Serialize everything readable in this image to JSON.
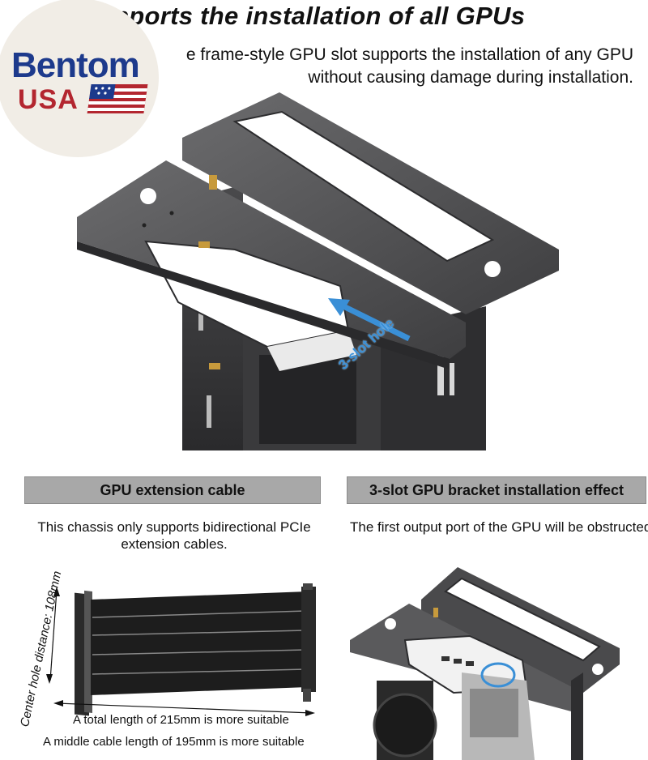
{
  "header": {
    "headline": "pports the installation of all GPUs",
    "subtitle_line1": "e frame-style GPU slot supports the installation of any GPU",
    "subtitle_line2": "without causing damage during installation."
  },
  "logo": {
    "word1": "Bentom",
    "word2": "USA",
    "colors": {
      "blue": "#1d3a8c",
      "red": "#b3262f",
      "badge": "#f1ede6"
    }
  },
  "main_image": {
    "callout_label": "3-slot hole"
  },
  "left_panel": {
    "tab_label": "GPU extension cable",
    "note": "This chassis only supports bidirectional PCIe extension cables.",
    "dim_vertical": "Center hole distance: 108mm",
    "dim_total": "A total length of 215mm is more suitable",
    "dim_middle": "A middle cable length of 195mm is more suitable"
  },
  "right_panel": {
    "tab_label": "3-slot GPU bracket installation effect",
    "note": "The first output port of the GPU will be obstructed"
  }
}
